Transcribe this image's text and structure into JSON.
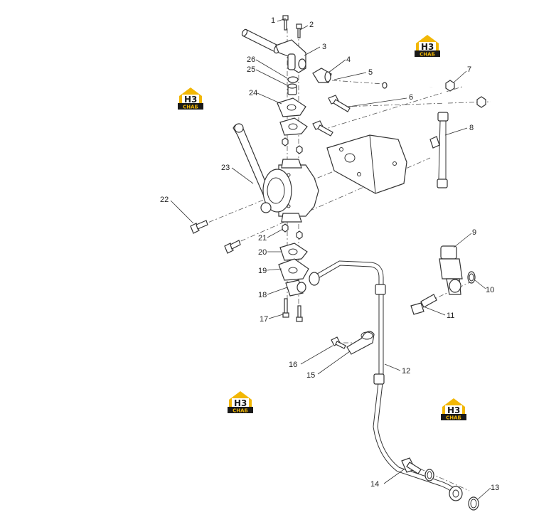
{
  "diagram": {
    "callouts": [
      "1",
      "2",
      "3",
      "4",
      "5",
      "6",
      "7",
      "8",
      "9",
      "10",
      "11",
      "12",
      "13",
      "14",
      "15",
      "16",
      "17",
      "18",
      "19",
      "20",
      "21",
      "22",
      "23",
      "24",
      "25",
      "26"
    ],
    "logo": {
      "mark": "H3",
      "caption": "СНАБ",
      "accent": "#f2b705",
      "dark": "#1a1a1a"
    }
  }
}
